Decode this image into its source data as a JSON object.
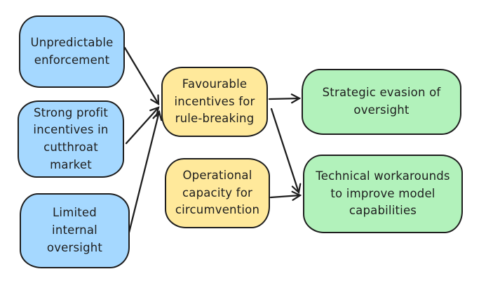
{
  "diagram": {
    "background_color": "#ffffff",
    "stroke_color": "#1e1e1e",
    "node_colors": {
      "blue": "#a5d8ff",
      "yellow": "#ffe99b",
      "green": "#b2f2bb"
    },
    "nodes": [
      {
        "id": "unpredictable-enforcement",
        "label": "Unpredictable\nenforcement",
        "fill": "#a5d8ff"
      },
      {
        "id": "strong-profit-incentives",
        "label": "Strong profit\nincentives in\ncutthroat\nmarket",
        "fill": "#a5d8ff"
      },
      {
        "id": "limited-internal-oversight",
        "label": "Limited\ninternal\noversight",
        "fill": "#a5d8ff"
      },
      {
        "id": "favourable-incentives",
        "label": "Favourable\nincentives for\nrule-breaking",
        "fill": "#ffe99b"
      },
      {
        "id": "operational-capacity",
        "label": "Operational\ncapacity for\ncircumvention",
        "fill": "#ffe99b"
      },
      {
        "id": "strategic-evasion",
        "label": "Strategic evasion of\noversight",
        "fill": "#b2f2bb"
      },
      {
        "id": "technical-workarounds",
        "label": "Technical workarounds\nto improve model\ncapabilities",
        "fill": "#b2f2bb"
      }
    ],
    "edges": [
      {
        "from": "unpredictable-enforcement",
        "to": "favourable-incentives"
      },
      {
        "from": "strong-profit-incentives",
        "to": "favourable-incentives"
      },
      {
        "from": "limited-internal-oversight",
        "to": "favourable-incentives"
      },
      {
        "from": "favourable-incentives",
        "to": "strategic-evasion"
      },
      {
        "from": "favourable-incentives",
        "to": "technical-workarounds"
      },
      {
        "from": "operational-capacity",
        "to": "technical-workarounds"
      }
    ]
  }
}
